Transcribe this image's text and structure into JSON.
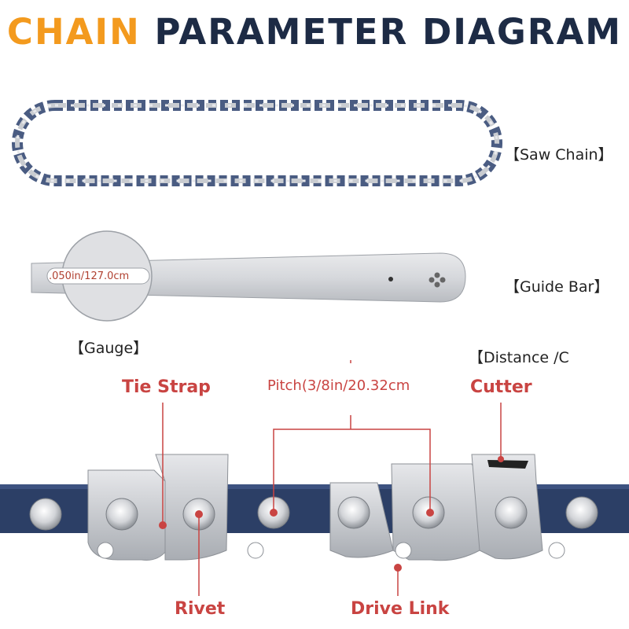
{
  "title": {
    "part1": "CHAIN",
    "part2": "PARAMETER DIAGRAM"
  },
  "labels": {
    "saw_chain": "【Saw Chain】",
    "guide_bar": "【Guide Bar】",
    "gauge": "【Gauge】",
    "distance": "【Distance /C",
    "gauge_value": ".050in/127.0cm"
  },
  "callouts": {
    "tie_strap": "Tie Strap",
    "pitch": "Pitch(3/8in/20.32cm",
    "cutter": "Cutter",
    "rivet": "Rivet",
    "drive_link": "Drive Link"
  },
  "colors": {
    "accent_orange": "#f39a1e",
    "navy": "#1d2b45",
    "callout_red": "#c94442",
    "chain_blue": "#2c3f66",
    "steel": "#c9ccd1"
  }
}
